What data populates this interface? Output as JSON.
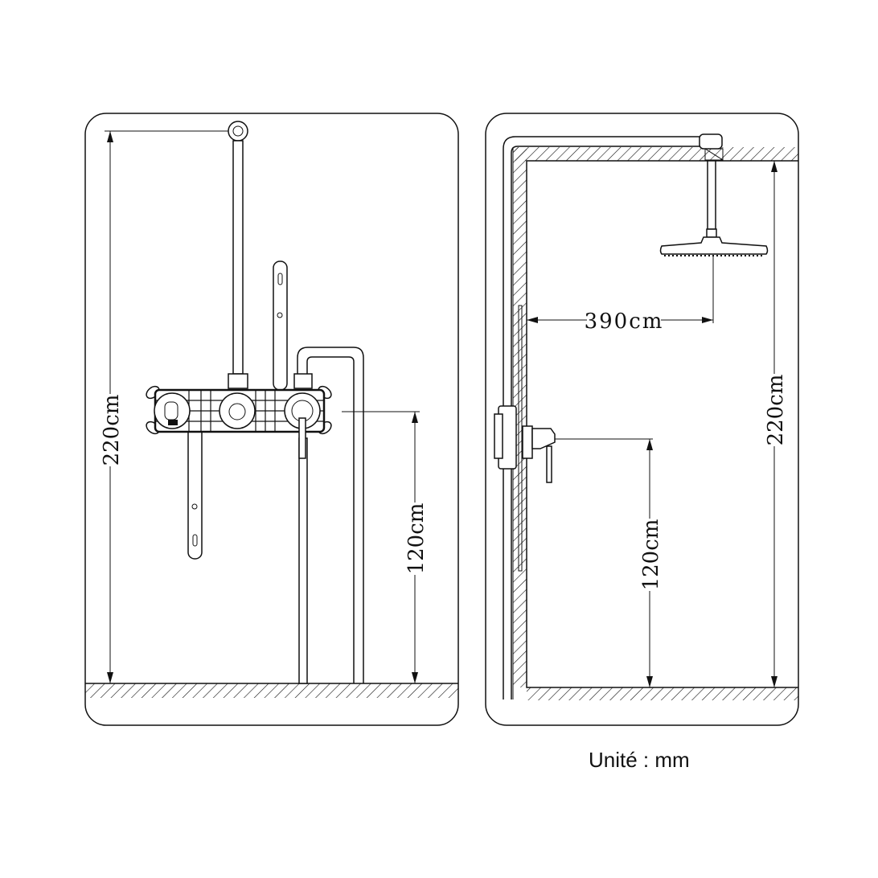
{
  "front_view": {
    "height_total_label": "220cm",
    "valve_height_label": "120cm"
  },
  "side_view": {
    "arm_length_label": "390cm",
    "height_total_label": "220cm",
    "valve_height_label": "120cm"
  },
  "unit_label": "Unité : mm",
  "colors": {
    "line": "#111111",
    "background": "#ffffff"
  }
}
